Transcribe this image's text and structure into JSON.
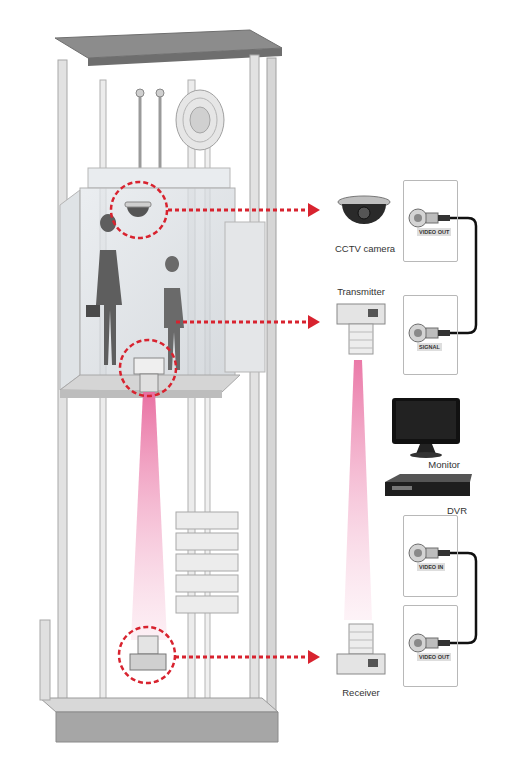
{
  "diagram": {
    "nodes": [
      {
        "text": [
          "CCTV camera"
        ]
      },
      {
        "text": [
          "VIDEO OUT"
        ]
      },
      {
        "text": [
          "Transmitter"
        ]
      },
      {
        "text": [
          "SIGNAL"
        ]
      },
      {
        "text": [
          "Monitor"
        ]
      },
      {
        "text": [
          "DVR"
        ]
      },
      {
        "text": [
          "VIDEO IN"
        ]
      },
      {
        "text": [
          "Receiver"
        ]
      },
      {
        "text": [
          "VIDEO OUT"
        ]
      }
    ],
    "edges": [
      {
        "from": 1,
        "to": 3,
        "arrow": "none"
      },
      {
        "from": 2,
        "to": 7,
        "arrow": "none"
      },
      {
        "from": 6,
        "to": 8,
        "arrow": "none"
      }
    ]
  }
}
